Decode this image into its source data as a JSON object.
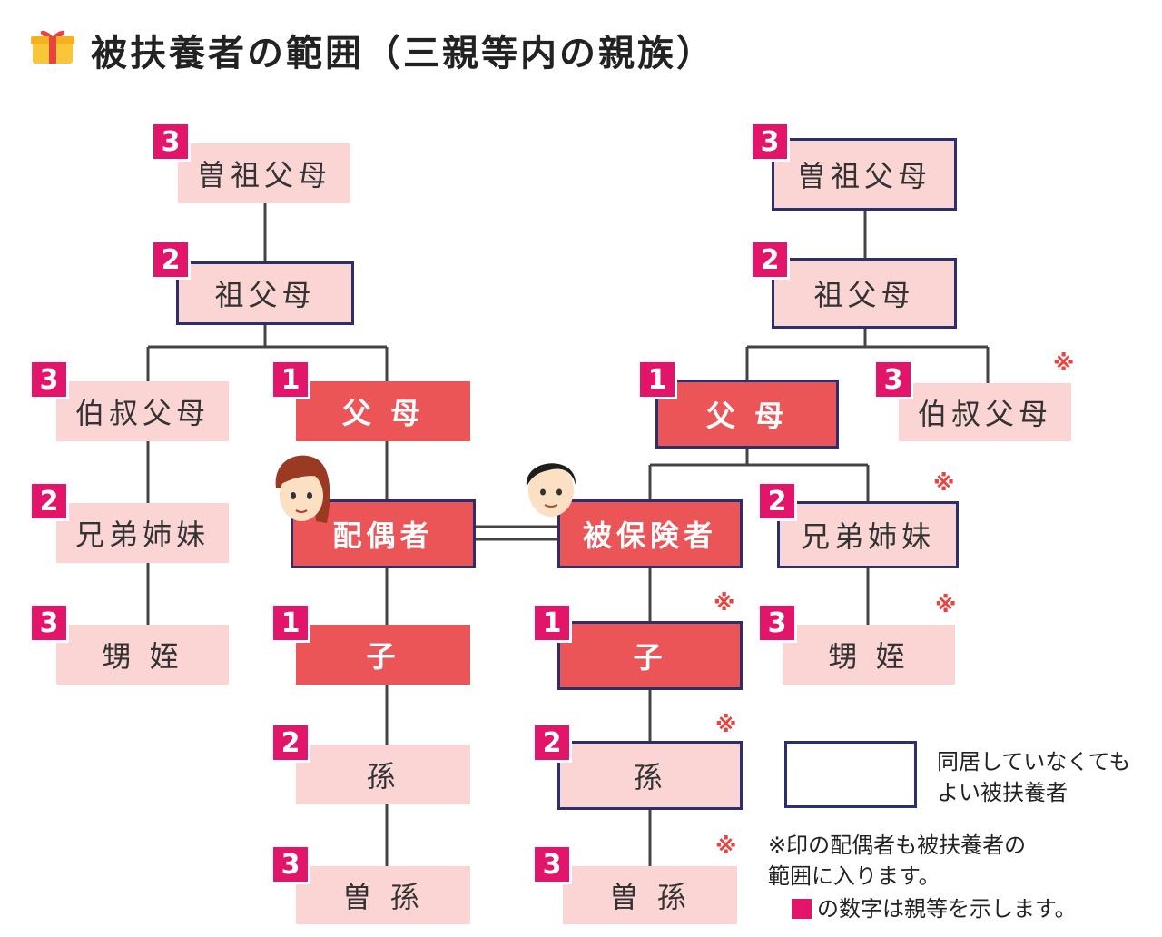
{
  "title": "被扶養者の範囲（三親等内の親族）",
  "icons": {
    "title_icon": "gift-icon",
    "mark_symbol": "※"
  },
  "colors": {
    "degree_badge": "#e2156b",
    "light_box": "#fbd5d4",
    "dark_box": "#ec5557",
    "frame": "#2b2f6b",
    "line": "#444444"
  },
  "left": {
    "great_grandparents": {
      "label": "曽祖父母",
      "degree": "3"
    },
    "grandparents": {
      "label": "祖父母",
      "degree": "2"
    },
    "uncles_aunts": {
      "label": "伯叔父母",
      "degree": "3"
    },
    "parents": {
      "label": "父 母",
      "degree": "1"
    },
    "siblings": {
      "label": "兄弟姉妹",
      "degree": "2"
    },
    "spouse": {
      "label": "配偶者"
    },
    "nephews_nieces": {
      "label": "甥 姪",
      "degree": "3"
    },
    "children": {
      "label": "子",
      "degree": "1"
    },
    "grandchildren": {
      "label": "孫",
      "degree": "2"
    },
    "great_grandchildren": {
      "label": "曽 孫",
      "degree": "3"
    }
  },
  "right": {
    "great_grandparents": {
      "label": "曽祖父母",
      "degree": "3"
    },
    "grandparents": {
      "label": "祖父母",
      "degree": "2"
    },
    "parents": {
      "label": "父 母",
      "degree": "1"
    },
    "uncles_aunts": {
      "label": "伯叔父母",
      "degree": "3"
    },
    "insured": {
      "label": "被保険者"
    },
    "siblings": {
      "label": "兄弟姉妹",
      "degree": "2"
    },
    "children": {
      "label": "子",
      "degree": "1"
    },
    "nephews_nieces": {
      "label": "甥 姪",
      "degree": "3"
    },
    "grandchildren": {
      "label": "孫",
      "degree": "2"
    },
    "great_grandchildren": {
      "label": "曽 孫",
      "degree": "3"
    }
  },
  "legend": {
    "frame_note": "同居していなくても\nよい被扶養者",
    "mark_note": "※印の配偶者も被扶養者の\n範囲に入ります。",
    "number_note": "の数字は親等を示します。"
  }
}
